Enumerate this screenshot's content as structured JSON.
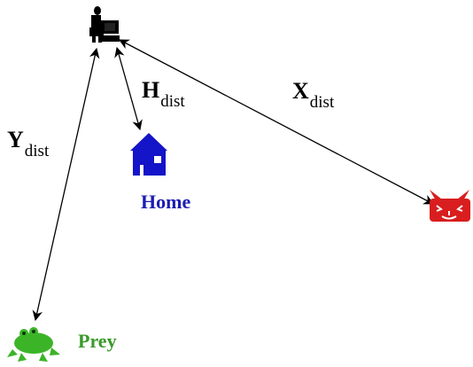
{
  "diagram": {
    "labels": {
      "y_dist": {
        "main": "Y",
        "sub": "dist"
      },
      "h_dist": {
        "main": "H",
        "sub": "dist"
      },
      "x_dist": {
        "main": "X",
        "sub": "dist"
      }
    },
    "nodes": {
      "agent": {
        "icon": "person-at-computer-icon"
      },
      "home": {
        "icon": "house-icon",
        "label": "Home",
        "color": "#1414c8"
      },
      "predator": {
        "icon": "cat-face-icon",
        "color": "#d81e1e"
      },
      "prey": {
        "icon": "frog-icon",
        "label": "Prey",
        "color": "#3cb428"
      }
    }
  }
}
